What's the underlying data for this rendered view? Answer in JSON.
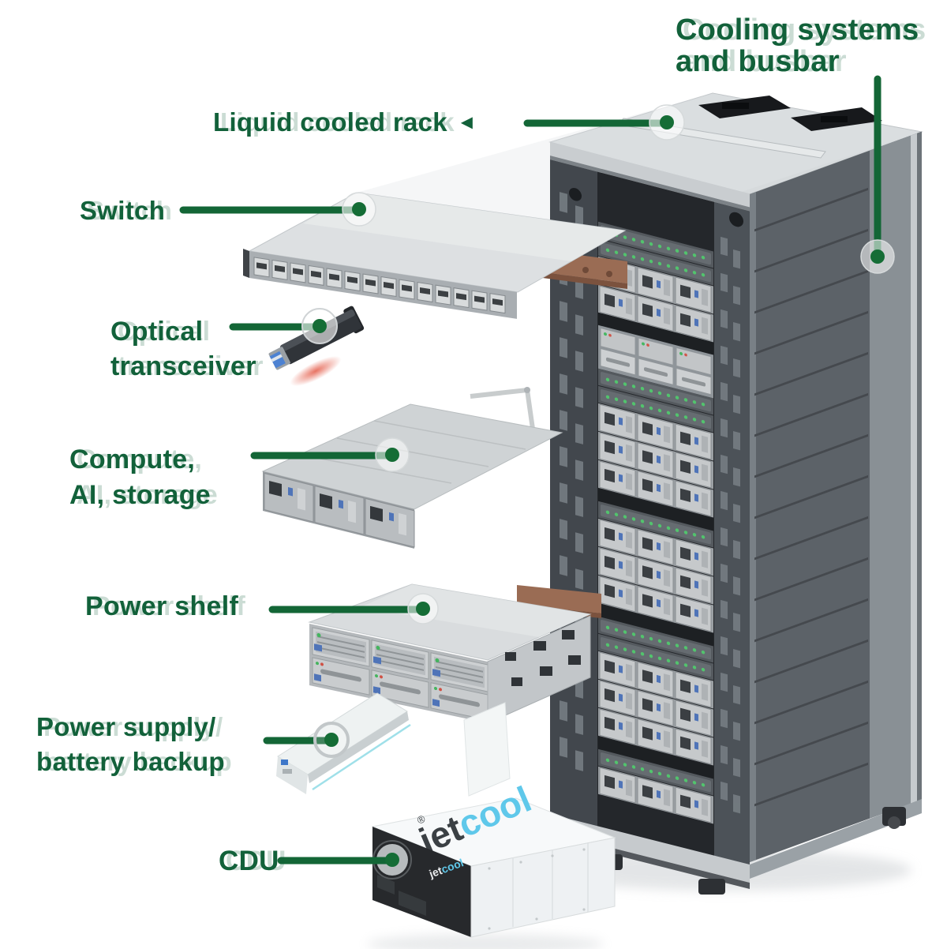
{
  "accent": {
    "label_green": "#12613a",
    "line_green": "#136636",
    "dot_green": "#156d36",
    "logo_jet_color": "#3b4044",
    "logo_cool_color": "#5fc8ea"
  },
  "labels": {
    "cooling_systems": {
      "line1": "Cooling systems",
      "line2": "and busbar"
    },
    "liquid_cooled_rack": {
      "text": "Liquid cooled rack",
      "arrow": "◄"
    },
    "switch_label": {
      "text": "Switch"
    },
    "optical_transceiver": {
      "line1": "Optical",
      "line2": "transceiver"
    },
    "compute": {
      "line1": "Compute,",
      "line2": "AI, storage"
    },
    "power_shelf": {
      "text": "Power shelf"
    },
    "power_supply": {
      "line1": "Power supply/",
      "line2": "battery backup"
    },
    "cdu": {
      "text": "CDU"
    }
  },
  "cdu_unit": {
    "logo_top": {
      "registered": "®",
      "jet": "jet",
      "cool": "cool"
    },
    "logo_front": {
      "jet": "jet",
      "cool": "cool"
    }
  }
}
